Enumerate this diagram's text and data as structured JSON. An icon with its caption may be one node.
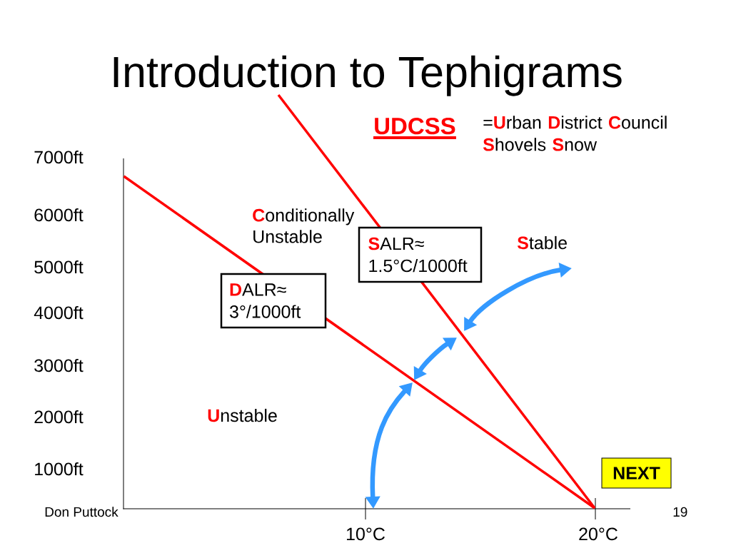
{
  "diagram": {
    "title": "Introduction to Tephigrams",
    "nodes": [
      {
        "text": [
          "**S**ALR≈ 1.5°C/1000ft"
        ]
      },
      {
        "text": [
          "**D**ALR≈ 3°/1000ft"
        ]
      },
      {
        "text": [
          "NEXT"
        ]
      }
    ],
    "labels": [
      "UDCSS",
      "=**U**rban **D**istrict **C**ouncil **S**hovels **S**now",
      "7000ft",
      "6000ft",
      "**C**onditionally Unstable",
      "**S**table",
      "5000ft",
      "4000ft",
      "3000ft",
      "2000ft",
      "**U**nstable",
      "1000ft",
      "Don Puttock",
      "19",
      "10°C",
      "20°C"
    ]
  }
}
